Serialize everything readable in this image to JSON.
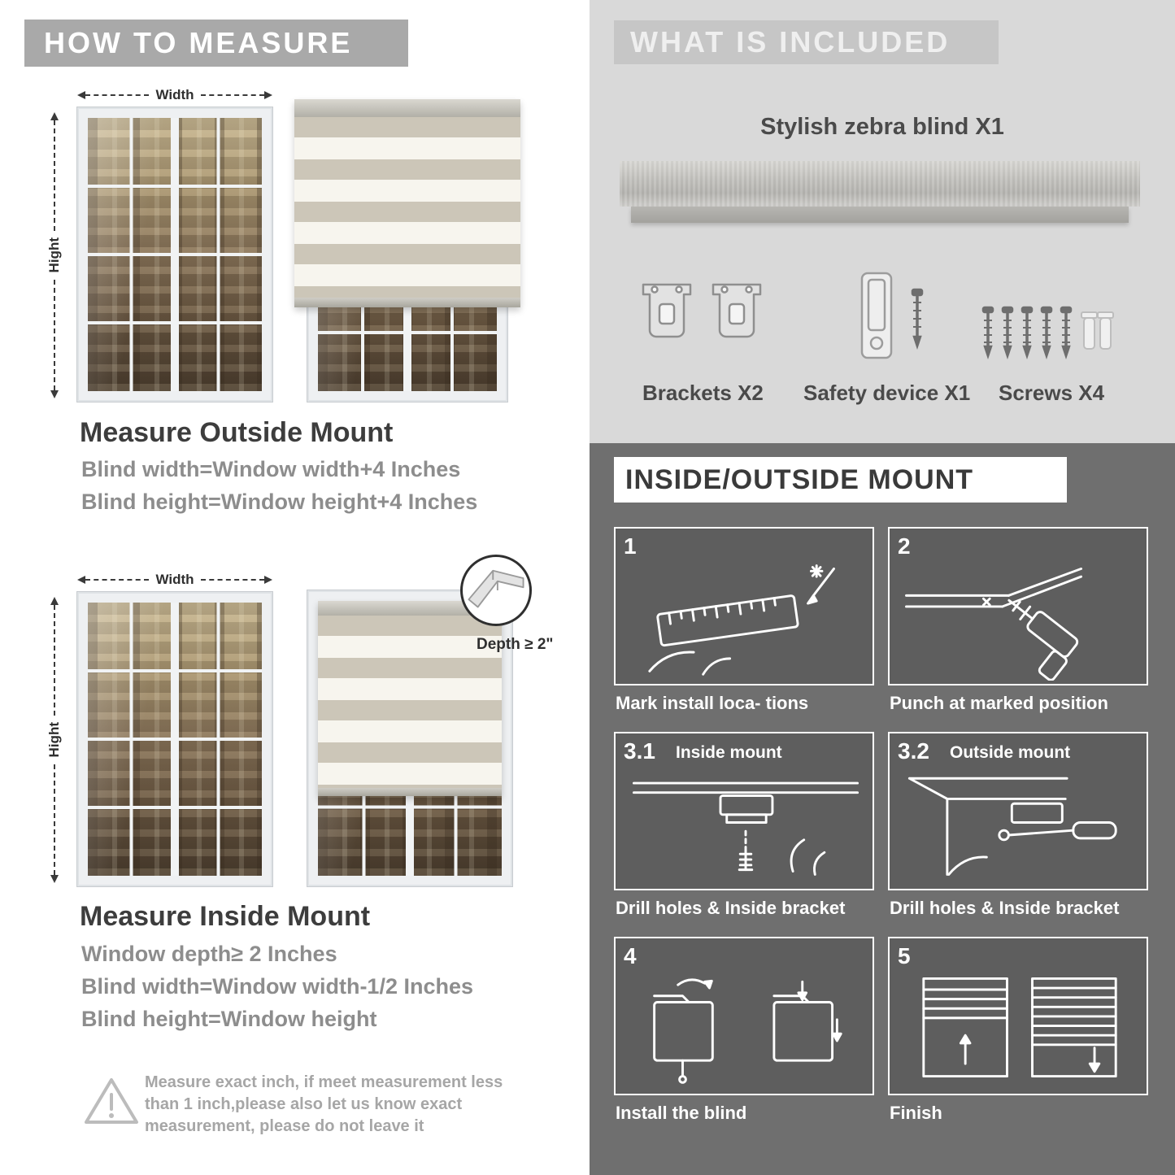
{
  "palette": {
    "header_gray": "#a9a9a9",
    "light_section": "#d9d9d9",
    "band_gray": "#c6c6c6",
    "dark_section": "#6f6f6f",
    "panel_gray": "#5e5e5e",
    "title_dark": "#3d3d3d",
    "body_gray": "#8d8d8d"
  },
  "how_to_measure": {
    "header": "HOW TO MEASURE",
    "outside": {
      "width_label": "Width",
      "height_label": "Hight",
      "title": "Measure Outside Mount",
      "line1": "Blind width=Window width+4 Inches",
      "line2": "Blind height=Window height+4 Inches"
    },
    "inside": {
      "width_label": "Width",
      "height_label": "Hight",
      "depth_label": "Depth ≥ 2\"",
      "title": "Measure Inside Mount",
      "line1": "Window depth≥ 2 Inches",
      "line2": "Blind width=Window width-1/2 Inches",
      "line3": "Blind height=Window height"
    },
    "note": "Measure exact inch, if meet measurement less than 1 inch,please also let us know exact measurement, please do not leave it"
  },
  "included": {
    "header": "WHAT IS INCLUDED",
    "product_label": "Stylish zebra blind X1",
    "items": [
      {
        "label": "Brackets X2"
      },
      {
        "label": "Safety device X1"
      },
      {
        "label": "Screws X4"
      }
    ]
  },
  "mount_steps": {
    "header": "INSIDE/OUTSIDE MOUNT",
    "steps": [
      {
        "num": "1",
        "label": "",
        "caption": "Mark install loca- tions"
      },
      {
        "num": "2",
        "label": "",
        "caption": "Punch at  marked position"
      },
      {
        "num": "3.1",
        "label": "Inside mount",
        "caption": "Drill holes &  Inside bracket"
      },
      {
        "num": "3.2",
        "label": "Outside mount",
        "caption": "Drill holes &  Inside bracket"
      },
      {
        "num": "4",
        "label": "",
        "caption": "Install the blind"
      },
      {
        "num": "5",
        "label": "",
        "caption": "Finish"
      }
    ]
  }
}
